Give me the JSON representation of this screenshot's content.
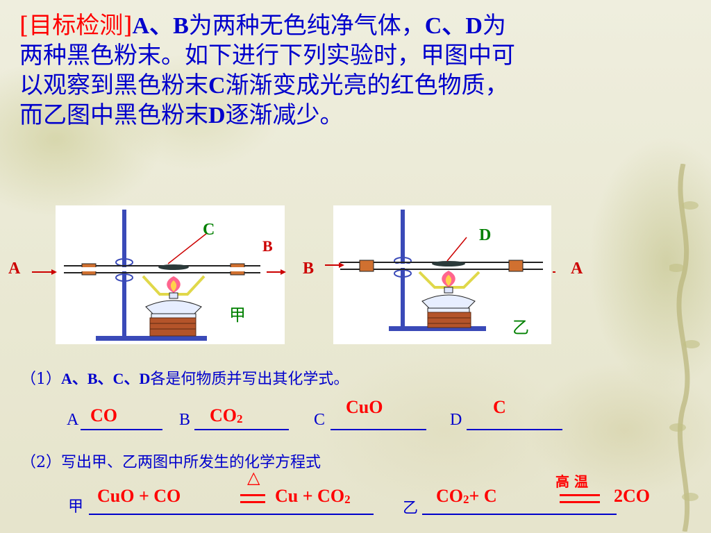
{
  "intro": {
    "tag": "[目标检测]",
    "p1": "A、B",
    "p2": "为两种无色纯净气体，",
    "p3": "C、D",
    "p4": "为",
    "line2": "两种黑色粉末。如下进行下列实验时，甲图中可",
    "line3a": "以观察到黑色粉末",
    "line3b": "C",
    "line3c": "渐渐变成光亮的红色物质，",
    "line4a": "而乙图中黑色粉末",
    "line4b": "D",
    "line4c": "逐渐减少。"
  },
  "figure": {
    "left": {
      "inlet": "A",
      "outlet": "B",
      "powder": "C",
      "caption": "甲"
    },
    "right": {
      "inlet": "B",
      "outlet": "A",
      "powder": "D",
      "caption": "乙"
    }
  },
  "question1": {
    "num": "（1）",
    "bold": "A、B、C、D",
    "rest": "各是何物质并写出其化学式。",
    "labels": [
      "A",
      "B",
      "C",
      "D"
    ],
    "answers": {
      "a": "CO",
      "b_main": "CO",
      "b_sub": "2",
      "c": "CuO",
      "d": "C"
    }
  },
  "question2": {
    "num": "（2）",
    "text": "写出甲、乙两图中所发生的化学方程式",
    "label_jia": "甲",
    "label_yi": "乙",
    "eq1_left": "CuO + CO",
    "eq1_cond": "△",
    "eq1_right_main": "Cu + CO",
    "eq1_right_sub": "2",
    "eq2_left_main": "CO",
    "eq2_left_sub": "2",
    "eq2_left_rest": "+ C",
    "eq2_cond": "高 温",
    "eq2_right": "2CO"
  },
  "colors": {
    "text": "#0000cc",
    "answer": "#ff0000",
    "label_green": "#008000"
  }
}
